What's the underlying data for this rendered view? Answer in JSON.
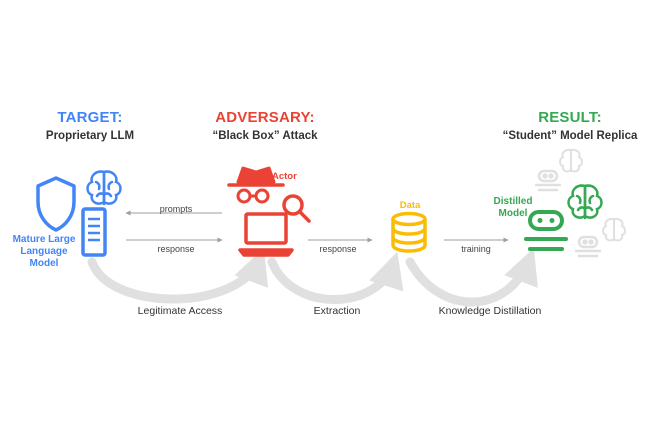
{
  "colors": {
    "blue": "#4285F4",
    "red": "#EA4335",
    "yellow": "#FBBC04",
    "green": "#34A853",
    "gray": "#E0E0E0",
    "arrow": "#9E9E9E"
  },
  "target": {
    "title": "TARGET:",
    "subtitle": "Proprietary LLM",
    "model_line1": "Mature Large",
    "model_line2": "Language",
    "model_line3": "Model"
  },
  "adversary": {
    "title": "ADVERSARY:",
    "subtitle": "“Black Box” Attack",
    "actor_label": "Actor"
  },
  "data_node": {
    "label": "Data"
  },
  "result": {
    "title": "RESULT:",
    "subtitle": "“Student” Model Replica",
    "distilled_line1": "Distilled",
    "distilled_line2": "Model"
  },
  "flows": {
    "prompts": "prompts",
    "response_1": "response",
    "response_2": "response",
    "training": "training"
  },
  "stages": {
    "legitimate_access": "Legitimate Access",
    "extraction": "Extraction",
    "knowledge_distillation": "Knowledge Distillation"
  },
  "icons": [
    "shield-icon",
    "brain-icon",
    "document-icon",
    "spy-icon",
    "magnifier-icon",
    "laptop-icon",
    "database-icon",
    "robot-icon"
  ]
}
